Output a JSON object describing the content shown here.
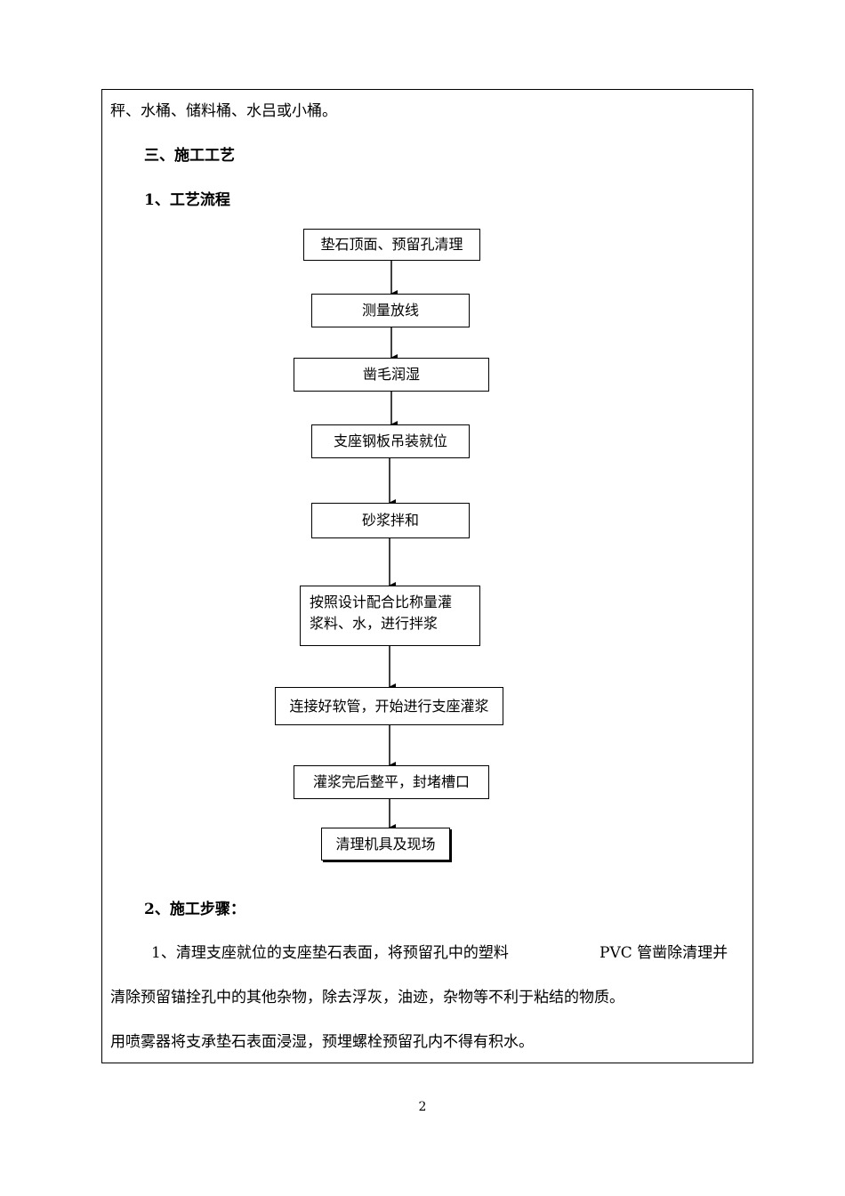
{
  "intro_line": "秤、水桶、储料桶、水吕或小桶。",
  "section_heading": "三、施工工艺",
  "sub_heading_1": "1、工艺流程",
  "flow": {
    "steps": [
      "垫石顶面、预留孔清理",
      "测量放线",
      "凿毛润湿",
      "支座钢板吊装就位",
      "砂浆拌和",
      "按照设计配合比称量灌",
      "浆料、水，进行拌浆",
      "连接好软管，开始进行支座灌浆",
      "灌浆完后整平，封堵槽口",
      "清理机具及现场"
    ]
  },
  "sub_heading_2": "2、施工步骤：",
  "step_text": {
    "line1_a": "1、清理支座就位的支座垫石表面，将预留孔中的塑料",
    "line1_b": "PVC 管凿除清理并",
    "line2": "清除预留锚拴孔中的其他杂物，除去浮灰，油迹，杂物等不利于粘结的物质。",
    "line3": "用喷雾器将支承垫石表面浸湿，预埋螺栓预留孔内不得有积水。"
  },
  "page_number": "2"
}
